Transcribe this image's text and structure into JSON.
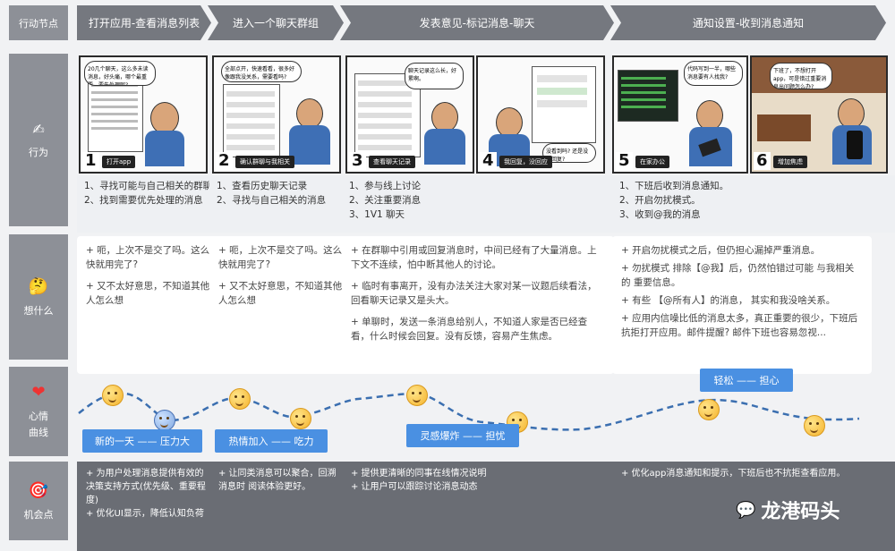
{
  "row_headers": {
    "nodes": "行动节点",
    "action": "行为",
    "think": "想什么",
    "mood": "心情\n曲线",
    "opportunity": "机会点"
  },
  "stages": [
    "打开应用-查看消息列表",
    "进入一个聊天群组",
    "发表意见-标记消息-聊天",
    "通知设置-收到消息通知"
  ],
  "panels": [
    {
      "num": "1",
      "caption": "打开app",
      "bubble": "20几个聊天，这么多未读消息，好头痛，哪个最重要，要先处理呢?"
    },
    {
      "num": "2",
      "caption": "确认群聊与我相关",
      "bubble": "全部点开，快速看看，很多好像跟我没关系，需要看吗?"
    },
    {
      "num": "3",
      "caption": "查看聊天记录",
      "bubble": "聊天记录这么长，好累啊。"
    },
    {
      "num": "4",
      "caption": "我回复，没回应",
      "bubble": "没看到吗? 还是没有回复?"
    },
    {
      "num": "5",
      "caption": "在家办公",
      "bubble": "代码写到一半，哪些消息要有人找我?"
    },
    {
      "num": "6",
      "caption": "增加焦虑",
      "bubble": "下班了，不想打开app，可是错过重要消息出问题怎么办?"
    }
  ],
  "actions": [
    [
      "1、寻找可能与自己相关的群聊",
      "2、找到需要优先处理的消息"
    ],
    [
      "1、查看历史聊天记录",
      "2、寻找与自己相关的消息"
    ],
    [
      "1、参与线上讨论",
      "2、关注重要消息",
      "3、1V1 聊天"
    ],
    [
      "1、下班后收到消息通知。",
      "2、开启勿扰模式。",
      "3、收到@我的消息"
    ]
  ],
  "thinks": [
    [
      "+ 呃，上次不是交了吗。这么快就用完了?",
      "+ 又不太好意思，不知道其他人怎么想"
    ],
    [
      "+ 呃，上次不是交了吗。这么快就用完了?",
      "+ 又不太好意思，不知道其他人怎么想"
    ],
    [
      "+ 在群聊中引用或回复消息时，中间已经有了大量消息。上下文不连续，怕中断其他人的讨论。",
      "+ 临时有事离开，没有办法关注大家对某一议题后续看法，回看聊天记录又是头大。",
      "+ 单聊时，发送一条消息给别人，不知道人家是否已经查看，什么时候会回复。没有反馈，容易产生焦虑。"
    ],
    [
      "+ 开启勿扰模式之后，但仍担心漏掉严重消息。",
      "+ 勿扰模式 排除【@我】后，仍然怕错过可能 与我相关的 重要信息。",
      "+ 有些 【@所有人】的消息， 其实和我没啥关系。",
      "+ 应用内信噪比低的消息太多，真正重要的很少，下班后抗拒打开应用。邮件提醒? 邮件下班也容易忽视..."
    ]
  ],
  "mood_labels": [
    "新的一天 —— 压力大",
    "热情加入 —— 吃力",
    "灵感爆炸 —— 担忧",
    "轻松 —— 担心"
  ],
  "opportunities": [
    [
      "+ 为用户处理消息提供有效的决策支持方式(优先级、重要程度)",
      "+ 优化UI显示，降低认知负荷"
    ],
    [
      "+ 让同类消息可以聚合，回溯消息时 阅读体验更好。"
    ],
    [
      "+ 提供更清晰的同事在线情况说明",
      "+ 让用户可以跟踪讨论消息动态"
    ],
    [
      "+ 优化app消息通知和提示，下班后也不抗拒查看应用。"
    ]
  ],
  "watermark": "龙港码头",
  "colors": {
    "stage": "#75787f",
    "rowhead": "#8d9097",
    "mood_line": "#3b6fb0",
    "label": "#4a90e2",
    "opp": "#6a6d74"
  }
}
